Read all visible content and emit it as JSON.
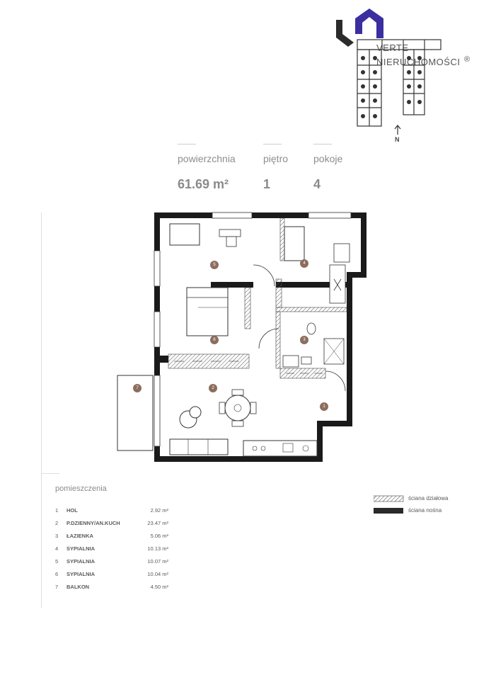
{
  "logo": {
    "text_line1": "VERTE",
    "text_line2": "NIERUCHOMOŚCI",
    "registered": "®",
    "north": "N"
  },
  "figures": [
    {
      "label": "powierzchnia",
      "value": "61.69 m²"
    },
    {
      "label": "piętro",
      "value": "1"
    },
    {
      "label": "pokoje",
      "value": "4"
    }
  ],
  "rooms_title": "pomieszczenia",
  "rooms": [
    {
      "num": "1",
      "name": "HOL",
      "area": "2.92 m²"
    },
    {
      "num": "2",
      "name": "P.DZIENNY/AN.KUCH",
      "area": "23.47 m²"
    },
    {
      "num": "3",
      "name": "ŁAZIENKA",
      "area": "5.06 m²"
    },
    {
      "num": "4",
      "name": "SYPIALNIA",
      "area": "10.13 m²"
    },
    {
      "num": "5",
      "name": "SYPIALNIA",
      "area": "10.07 m²"
    },
    {
      "num": "6",
      "name": "SYPIALNIA",
      "area": "10.04 m²"
    },
    {
      "num": "7",
      "name": "BALKON",
      "area": "4.50 m²"
    }
  ],
  "legend": [
    {
      "pattern": "hatched",
      "label": "ściana działowa"
    },
    {
      "pattern": "solid",
      "label": "ściana nośna"
    }
  ],
  "plan_labels": [
    "1",
    "2",
    "3",
    "4",
    "5",
    "6",
    "7"
  ],
  "colors": {
    "accent": "#8c6e5e",
    "logo": "#3b2fa0",
    "wall": "#1a1a1a"
  }
}
